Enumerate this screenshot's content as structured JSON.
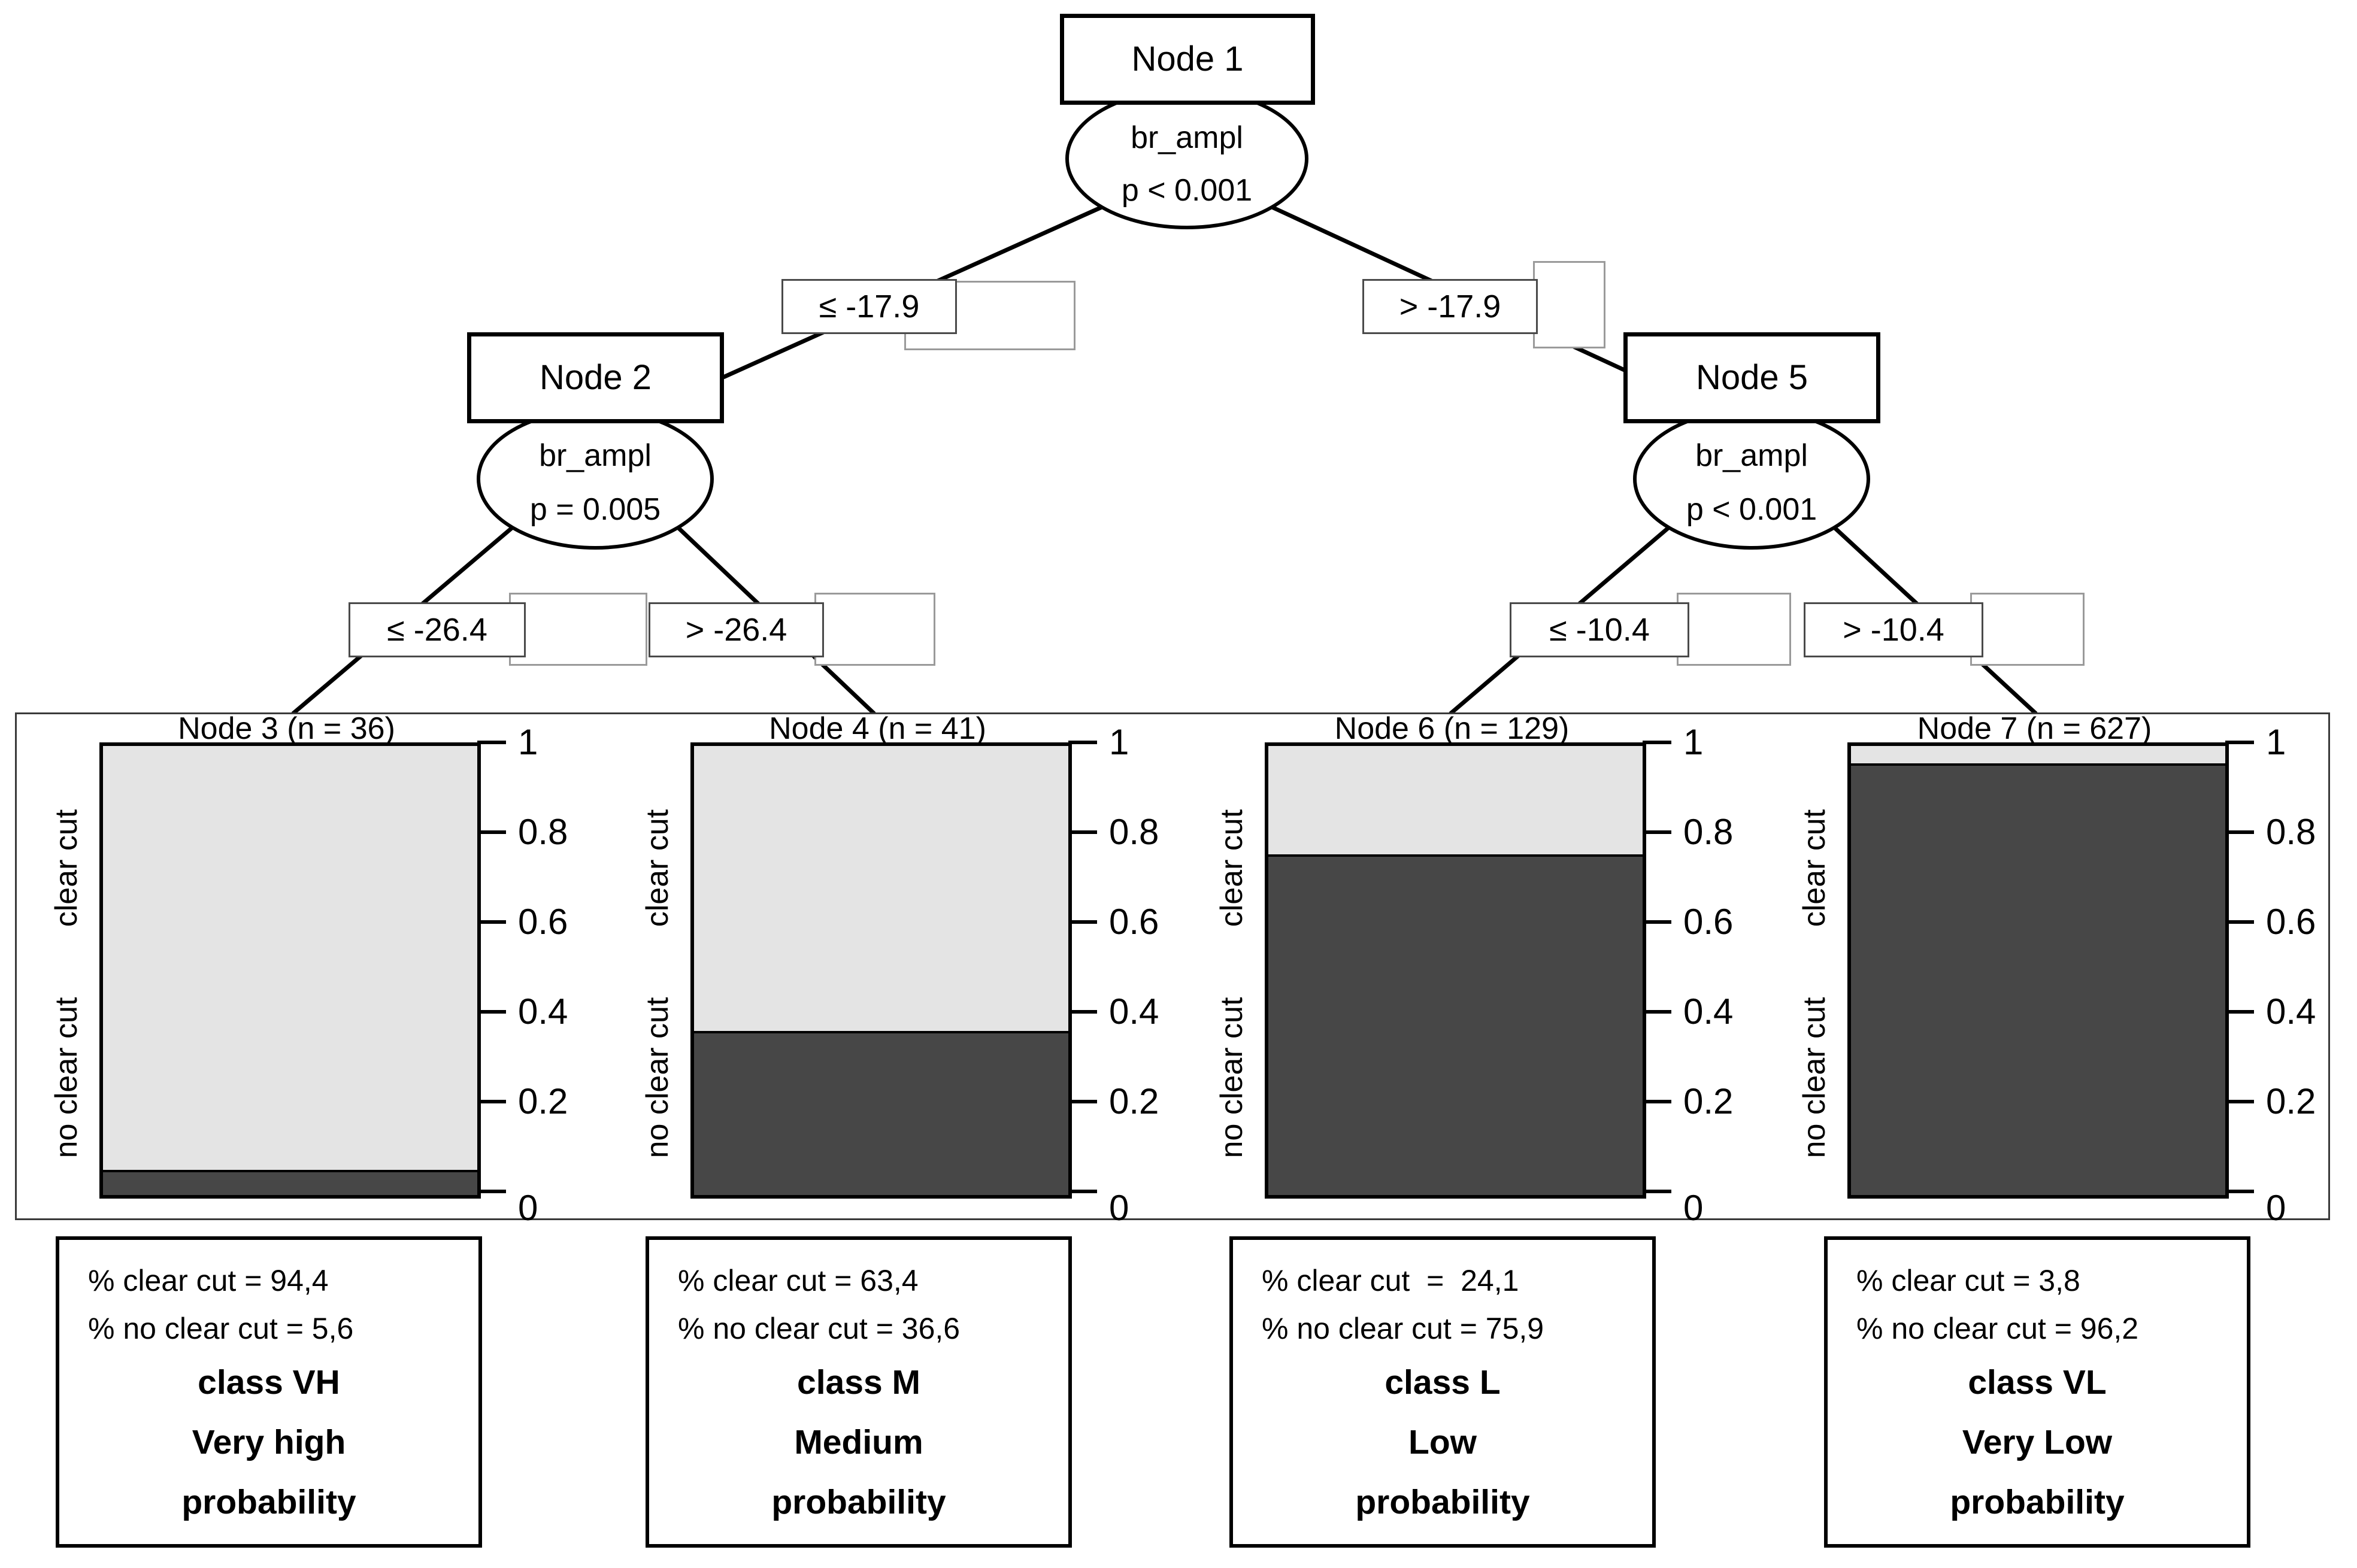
{
  "tree": {
    "node1": {
      "label": "Node 1",
      "variable": "br_ampl",
      "pvalue": "p < 0.001",
      "left_edge": "≤ -17.9",
      "right_edge": "> -17.9"
    },
    "node2": {
      "label": "Node 2",
      "variable": "br_ampl",
      "pvalue": "p = 0.005",
      "left_edge": "≤ -26.4",
      "right_edge": "> -26.4"
    },
    "node5": {
      "label": "Node 5",
      "variable": "br_ampl",
      "pvalue": "p < 0.001",
      "left_edge": "≤ -10.4",
      "right_edge": "> -10.4"
    }
  },
  "axis": {
    "ticks": [
      "1",
      "0.8",
      "0.6",
      "0.4",
      "0.2",
      "0"
    ],
    "tick_values": [
      1,
      0.8,
      0.6,
      0.4,
      0.2,
      0
    ],
    "left_labels": [
      "clear cut",
      "no clear cut"
    ],
    "ylim": [
      0,
      1
    ]
  },
  "colors": {
    "clear_cut_fill": "#e4e4e4",
    "no_clear_cut_fill": "#474747"
  },
  "panels": [
    {
      "title": "Node 3 (n = 36)",
      "summary": [
        "% clear cut = 94,4",
        "% no clear cut = 5,6",
        "class VH",
        "Very high",
        "probability"
      ]
    },
    {
      "title": "Node 4 (n = 41)",
      "summary": [
        "% clear cut = 63,4",
        "% no clear cut = 36,6",
        "class M",
        "Medium",
        "probability"
      ]
    },
    {
      "title": "Node 6 (n = 129)",
      "summary": [
        "% clear cut  =  24,1",
        "% no clear cut = 75,9",
        "class L",
        "Low",
        "probability"
      ]
    },
    {
      "title": "Node 7 (n = 627)",
      "summary": [
        "% clear cut = 3,8",
        "% no clear cut = 96,2",
        "class VL",
        "Very Low",
        "probability"
      ]
    }
  ],
  "chart_data": [
    {
      "type": "bar",
      "title": "Node 3 (n = 36)",
      "n": 36,
      "stacked": true,
      "categories": [
        "no clear cut",
        "clear cut"
      ],
      "values": [
        0.056,
        0.944
      ],
      "percent": [
        5.6,
        94.4
      ],
      "class": "VH",
      "class_meaning": "Very high probability",
      "ylim": [
        0,
        1
      ],
      "yticks": [
        0,
        0.2,
        0.4,
        0.6,
        0.8,
        1
      ]
    },
    {
      "type": "bar",
      "title": "Node 4 (n = 41)",
      "n": 41,
      "stacked": true,
      "categories": [
        "no clear cut",
        "clear cut"
      ],
      "values": [
        0.366,
        0.634
      ],
      "percent": [
        36.6,
        63.4
      ],
      "class": "M",
      "class_meaning": "Medium probability",
      "ylim": [
        0,
        1
      ],
      "yticks": [
        0,
        0.2,
        0.4,
        0.6,
        0.8,
        1
      ]
    },
    {
      "type": "bar",
      "title": "Node 6 (n = 129)",
      "n": 129,
      "stacked": true,
      "categories": [
        "no clear cut",
        "clear cut"
      ],
      "values": [
        0.759,
        0.241
      ],
      "percent": [
        75.9,
        24.1
      ],
      "class": "L",
      "class_meaning": "Low probability",
      "ylim": [
        0,
        1
      ],
      "yticks": [
        0,
        0.2,
        0.4,
        0.6,
        0.8,
        1
      ]
    },
    {
      "type": "bar",
      "title": "Node 7 (n = 627)",
      "n": 627,
      "stacked": true,
      "categories": [
        "no clear cut",
        "clear cut"
      ],
      "values": [
        0.962,
        0.038
      ],
      "percent": [
        96.2,
        3.8
      ],
      "class": "VL",
      "class_meaning": "Very Low probability",
      "ylim": [
        0,
        1
      ],
      "yticks": [
        0,
        0.2,
        0.4,
        0.6,
        0.8,
        1
      ]
    }
  ]
}
